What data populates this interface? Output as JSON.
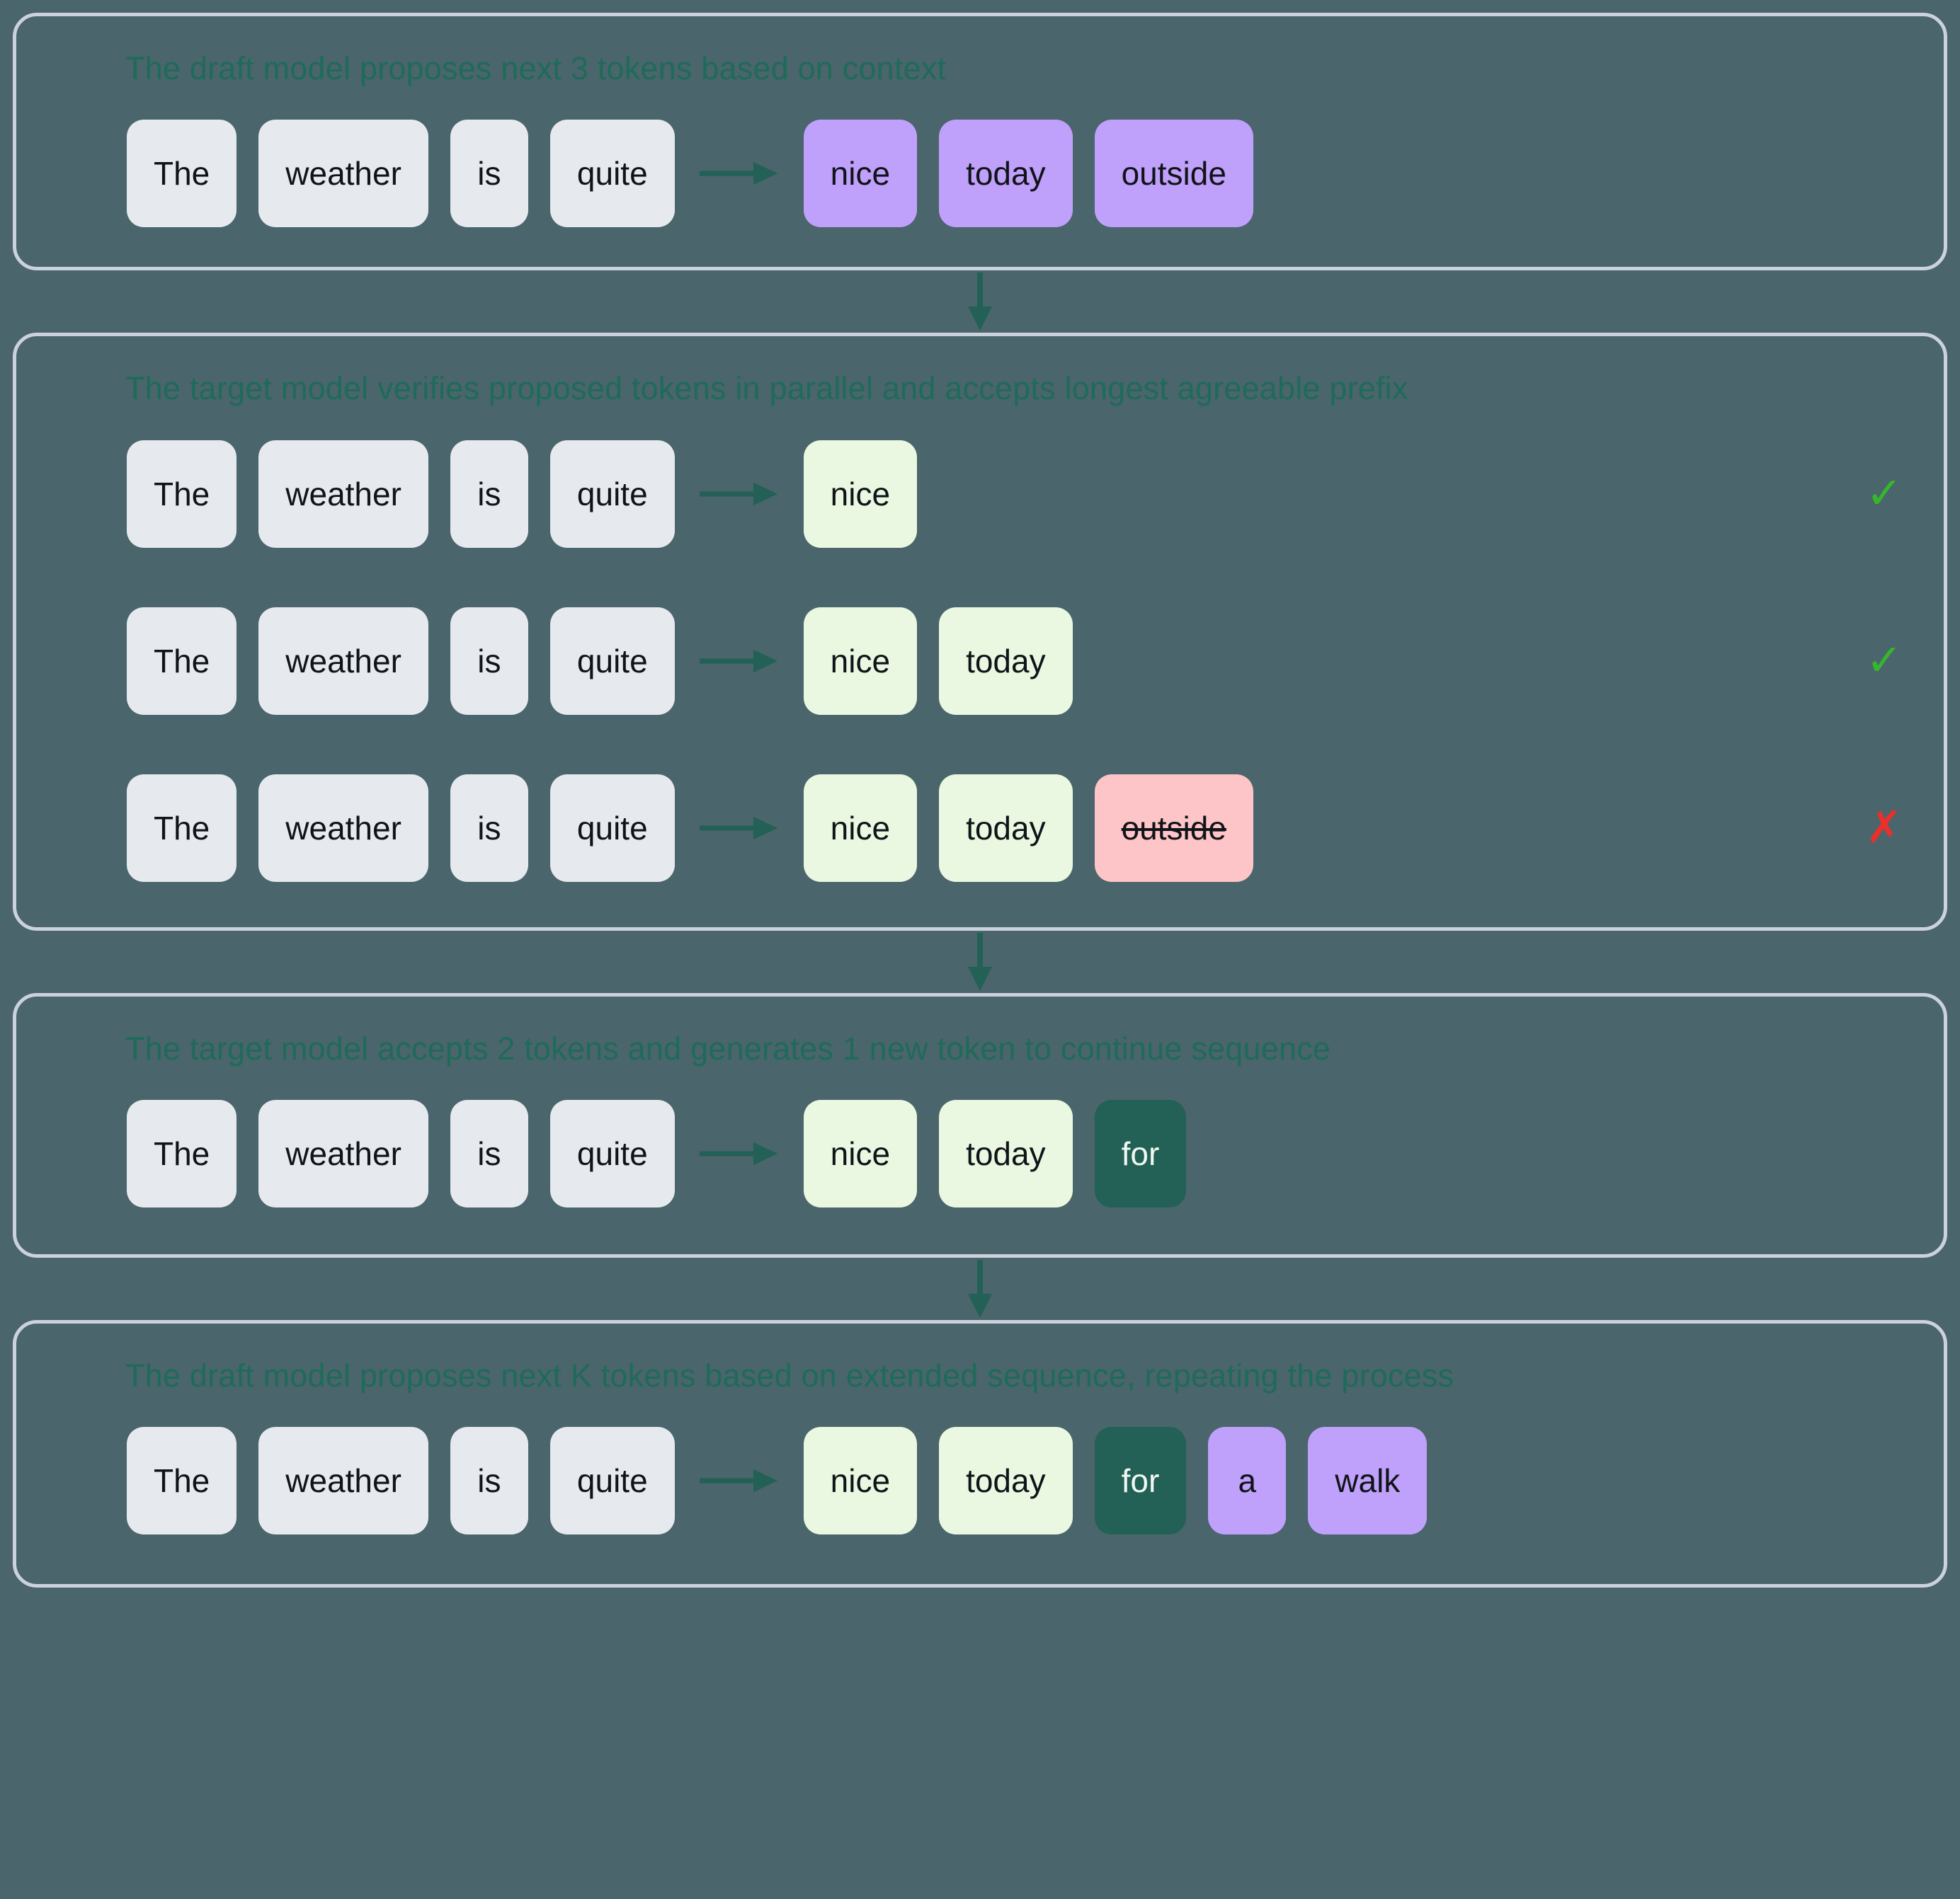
{
  "theme": {
    "background": "#4a656b",
    "panel_border": "#ccd2dd",
    "title_color": "#1e6b5a",
    "arrow_color": "#236055",
    "context_token_bg": "#e6eaee",
    "proposed_token_bg": "#bfa0fa",
    "accepted_token_bg": "#eaf8e2",
    "rejected_token_bg": "#fdc5c7",
    "generated_token_bg": "#236055",
    "check_color": "#35b62c",
    "cross_color": "#e8302c"
  },
  "panels": [
    {
      "id": "draft-proposal",
      "title": "The draft model proposes next 3 tokens based on context",
      "rows": [
        {
          "verdict": "",
          "context": [
            {
              "text": "The",
              "kind": "ctx"
            },
            {
              "text": "weather",
              "kind": "ctx"
            },
            {
              "text": "is",
              "kind": "ctx"
            },
            {
              "text": "quite",
              "kind": "ctx"
            }
          ],
          "new": [
            {
              "text": "nice",
              "kind": "proposed"
            },
            {
              "text": "today",
              "kind": "proposed"
            },
            {
              "text": "outside",
              "kind": "proposed"
            }
          ]
        }
      ]
    },
    {
      "id": "target-verification",
      "title": "The target model verifies proposed tokens in parallel and accepts longest agreeable prefix",
      "rows": [
        {
          "verdict": "✓",
          "verdict_kind": "ok",
          "context": [
            {
              "text": "The",
              "kind": "ctx"
            },
            {
              "text": "weather",
              "kind": "ctx"
            },
            {
              "text": "is",
              "kind": "ctx"
            },
            {
              "text": "quite",
              "kind": "ctx"
            }
          ],
          "new": [
            {
              "text": "nice",
              "kind": "accepted"
            }
          ]
        },
        {
          "verdict": "✓",
          "verdict_kind": "ok",
          "context": [
            {
              "text": "The",
              "kind": "ctx"
            },
            {
              "text": "weather",
              "kind": "ctx"
            },
            {
              "text": "is",
              "kind": "ctx"
            },
            {
              "text": "quite",
              "kind": "ctx"
            }
          ],
          "new": [
            {
              "text": "nice",
              "kind": "accepted"
            },
            {
              "text": "today",
              "kind": "accepted"
            }
          ]
        },
        {
          "verdict": "✗",
          "verdict_kind": "bad",
          "context": [
            {
              "text": "The",
              "kind": "ctx"
            },
            {
              "text": "weather",
              "kind": "ctx"
            },
            {
              "text": "is",
              "kind": "ctx"
            },
            {
              "text": "quite",
              "kind": "ctx"
            }
          ],
          "new": [
            {
              "text": "nice",
              "kind": "accepted"
            },
            {
              "text": "today",
              "kind": "accepted"
            },
            {
              "text": "outside",
              "kind": "rejected"
            }
          ]
        }
      ]
    },
    {
      "id": "target-acceptance",
      "title": "The target model accepts 2 tokens and generates 1 new token to continue sequence",
      "rows": [
        {
          "verdict": "",
          "context": [
            {
              "text": "The",
              "kind": "ctx"
            },
            {
              "text": "weather",
              "kind": "ctx"
            },
            {
              "text": "is",
              "kind": "ctx"
            },
            {
              "text": "quite",
              "kind": "ctx"
            }
          ],
          "new": [
            {
              "text": "nice",
              "kind": "accepted"
            },
            {
              "text": "today",
              "kind": "accepted"
            },
            {
              "text": "for",
              "kind": "generated"
            }
          ]
        }
      ]
    },
    {
      "id": "next-draft-round",
      "title": "The draft model proposes next K tokens based on extended sequence, repeating the process",
      "rows": [
        {
          "verdict": "",
          "context": [
            {
              "text": "The",
              "kind": "ctx"
            },
            {
              "text": "weather",
              "kind": "ctx"
            },
            {
              "text": "is",
              "kind": "ctx"
            },
            {
              "text": "quite",
              "kind": "ctx"
            }
          ],
          "new": [
            {
              "text": "nice",
              "kind": "accepted"
            },
            {
              "text": "today",
              "kind": "accepted"
            },
            {
              "text": "for",
              "kind": "generated"
            },
            {
              "text": "a",
              "kind": "proposed"
            },
            {
              "text": "walk",
              "kind": "proposed"
            }
          ]
        }
      ]
    }
  ]
}
